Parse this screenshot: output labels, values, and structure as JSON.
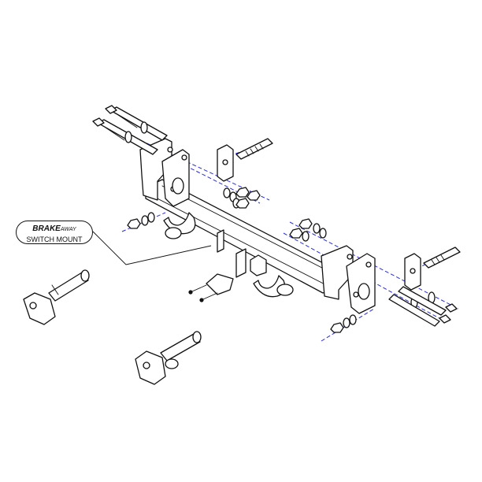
{
  "callout": {
    "brand_bold": "BRAKE",
    "brand_small": "AWAY",
    "line2": "SWITCH MOUNT"
  },
  "colors": {
    "line": "#111111",
    "axis": "#2b2bd9",
    "background": "#ffffff"
  }
}
